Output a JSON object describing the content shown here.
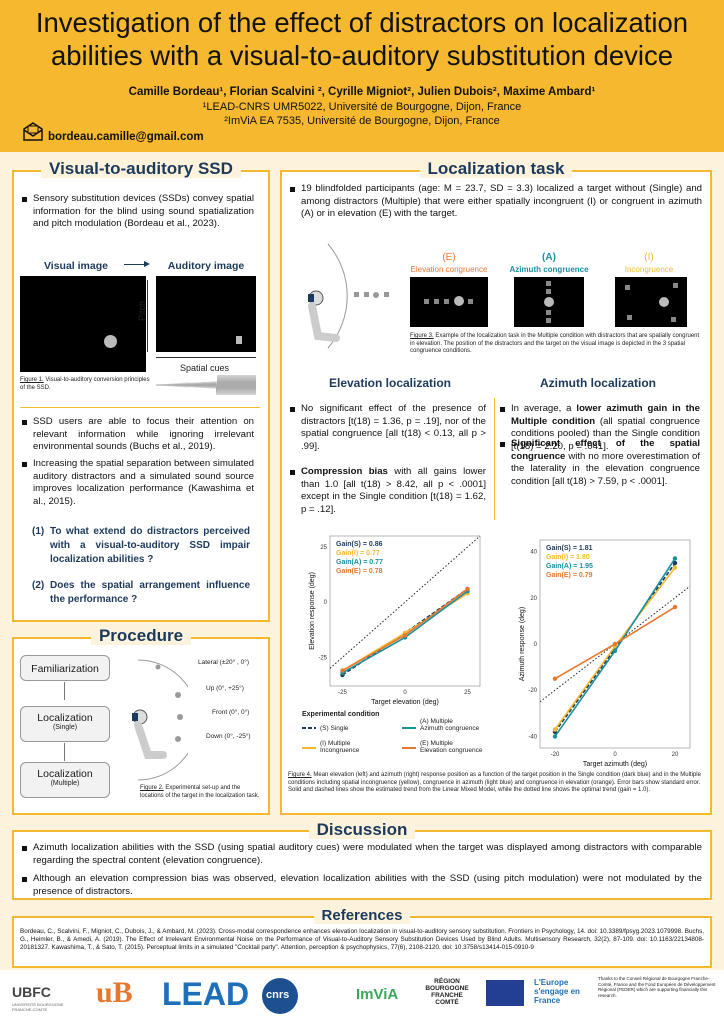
{
  "header": {
    "title_l1": "Investigation of the effect of distractors on localization",
    "title_l2": "abilities with a visual-to-auditory substitution device",
    "authors": "Camille Bordeau¹, Florian Scalvini ², Cyrille Migniot², Julien Dubois², Maxime Ambard¹",
    "aff1": "¹LEAD-CNRS UMR5022, Université de Bourgogne, Dijon, France",
    "aff2": "²ImViA EA 7535, Université de Bourgogne, Dijon, France",
    "email": "bordeau.camille@gmail.com"
  },
  "ssd": {
    "title": "Visual-to-auditory SSD",
    "b1": "Sensory substitution devices (SSDs) convey spatial information for the blind using sound spatialization and pitch modulation (Bordeau et al., 2023).",
    "visual_label": "Visual image",
    "auditory_label": "Auditory image",
    "pitch": "Pitch",
    "spatial": "Spatial cues",
    "fig1_label": "Figure 1.",
    "fig1": " Visual-to-auditory conversion principles of the SSD.",
    "b2": "SSD users are able to focus their attention on relevant information while ignoring irrelevant environmental sounds (Buchs et al., 2019).",
    "b3": "Increasing the spatial separation between simulated auditory distractors and a simulated sound source improves localization performance (Kawashima et al., 2015).",
    "q1n": "(1)",
    "q1": "To what extend do distractors perceived with a visual-to-auditory SSD impair localization abilities ?",
    "q2n": "(2)",
    "q2": "Does the spatial arrangement influence the performance ?"
  },
  "procedure": {
    "title": "Procedure",
    "step1": "Familiarization",
    "step2": "Localization",
    "step2_sub": "(Single)",
    "step3": "Localization",
    "step3_sub": "(Multiple)",
    "lateral": "Lateral (±20° , 0°)",
    "up": "Up (0°, +25°)",
    "front": "Front (0°, 0°)",
    "down": "Down (0°, -25°)",
    "fig2_label": "Figure 2.",
    "fig2": " Experimental set-up and the locations of the target in the localization task."
  },
  "task": {
    "title": "Localization task",
    "b1": "19 blindfolded participants (age: M = 23.7, SD = 3.3) localized a target without (Single) and among distractors (Multiple) that were either spatially incongruent (I) or congruent in azimuth (A) or in elevation (E) with the target.",
    "E_letter": "(E)",
    "E_label": "Elevation congruence",
    "A_letter": "(A)",
    "A_label": "Azimuth congruence",
    "I_letter": "(I)",
    "I_label": "Incongruence",
    "fig3_label": "Figure 3.",
    "fig3": " Example of the localization task in the Multiple condition with distractors that are spatially congruent in elevation. The position of the distractors and the target on the visual image is depicted in the 3 spatial congruence conditions."
  },
  "elev": {
    "title": "Elevation localization",
    "b1": "No significant effect of the presence of distractors [t(18) = 1.36, p = .19], nor of the spatial congruence [all t(18) < 0.13, all p > .99].",
    "b2_bold": "Compression bias",
    "b2": " with all gains lower than 1.0 [all t(18) > 8.42, all p < .0001] except in the Single condition [t(18) = 1.62, p = .12]."
  },
  "azim": {
    "title": "Azimuth localization",
    "b1_pre": "In average, a ",
    "b1_bold": "lower azimuth gain in the Multiple condition",
    "b1": " (all spatial congruence conditions pooled) than the Single condition [t(18) = 2.20, p = .041].",
    "b2_bold": "Significant effect of the spatial congruence",
    "b2": " with no more overestimation of the laterality in the elevation congruence condition [all t(18) > 7.59, p < .0001]."
  },
  "legend": {
    "title": "Experimental condition",
    "S": "(S) Single",
    "I1": "(I) Multiple",
    "I2": "Incongruence",
    "A1": "(A) Multiple",
    "A2": "Azimuth congruence",
    "E1": "(E) Multiple",
    "E2": "Elevation congruence"
  },
  "fig4": {
    "label": "Figure 4.",
    "text": " Mean elevation (left) and azimuth (right) response position as a function of the target position in the Single condition (dark blue) and in the Multiple conditions including spatial incongruence (yellow), congruence in azimuth (light blue) and congruence in elevation (orange). Error bars show standard error. Solid and dashed lines show the estimated trend from the Linear Mixed Model, while the dotted line shows the optimal trend (gain = 1.0)."
  },
  "chart_data": [
    {
      "type": "line",
      "xlabel": "Target elevation (deg)",
      "ylabel": "Elevation response (deg)",
      "xticks": [
        -25,
        0,
        25
      ],
      "yticks": [
        25,
        0,
        -25
      ],
      "xlim": [
        -30,
        30
      ],
      "ylim": [
        -38,
        30
      ],
      "x": [
        -25,
        0,
        25
      ],
      "series": [
        {
          "name": "(S) Single",
          "gain_label": "Gain(S) = 0.86",
          "color": "#1b3a5c",
          "values": [
            -33,
            -14,
            6
          ]
        },
        {
          "name": "(I) Multiple Incongruence",
          "gain_label": "Gain(I) = 0.77",
          "color": "#f5b82e",
          "values": [
            -31,
            -14,
            4
          ]
        },
        {
          "name": "(A) Multiple Azimuth congruence",
          "gain_label": "Gain(A) = 0.77",
          "color": "#1a8fa0",
          "values": [
            -32,
            -16,
            5
          ]
        },
        {
          "name": "(E) Multiple Elevation congruence",
          "gain_label": "Gain(E) = 0.78",
          "color": "#e8772e",
          "values": [
            -31,
            -15,
            6
          ]
        }
      ]
    },
    {
      "type": "line",
      "xlabel": "Target azimuth (deg)",
      "ylabel": "Azimuth response (deg)",
      "xticks": [
        -20,
        0,
        20
      ],
      "yticks": [
        40,
        20,
        0,
        -20,
        -40
      ],
      "xlim": [
        -25,
        25
      ],
      "ylim": [
        -45,
        45
      ],
      "x": [
        -20,
        0,
        20
      ],
      "series": [
        {
          "name": "(S) Single",
          "gain_label": "Gain(S) = 1.81",
          "color": "#1b3a5c",
          "values": [
            -38,
            -2,
            35
          ]
        },
        {
          "name": "(I) Multiple Incongruence",
          "gain_label": "Gain(I) = 1.80",
          "color": "#f5b82e",
          "values": [
            -37,
            -1,
            33
          ]
        },
        {
          "name": "(A) Multiple Azimuth congruence",
          "gain_label": "Gain(A) = 1.95",
          "color": "#1a8fa0",
          "values": [
            -40,
            -3,
            37
          ]
        },
        {
          "name": "(E) Multiple Elevation congruence",
          "gain_label": "Gain(E) = 0.79",
          "color": "#e8772e",
          "values": [
            -15,
            0,
            16
          ]
        }
      ]
    }
  ],
  "discussion": {
    "title": "Discussion",
    "b1": "Azimuth localization abilities with the SSD (using spatial auditory cues) were modulated when the target was displayed among distractors with comparable regarding the spectral content (elevation congruence).",
    "b2": "Although an elevation compression bias was observed, elevation localization abilities with the SSD (using pitch modulation) were not modulated by the presence of distractors."
  },
  "references": {
    "title": "References",
    "text": "Bordeau, C., Scalvini, F., Migniot, C., Dubois, J., & Ambard, M. (2023). Cross-modal correspondence enhances elevation localization in visual-to-auditory sensory substitution. Frontiers in Psychology, 14. doi: 10.3389/fpsyg.2023.1079998. Buchs, G., Heimler, B., & Amedi, A. (2019). The Effect of Irrelevant Environmental Noise on the Performance of Visual-to-Auditory Sensory Substitution Devices Used by Blind Adults. Multisensory Research, 32(2), 87-109. doi: 10.1163/22134808-20181327. Kawashima, T., & Sato, T. (2015). Perceptual limits in a simulated \"Cocktail party\". Attention, perception & psychophysics, 77(6), 2108-2120. doi: 10.3758/s13414-015-0910-9"
  },
  "logos": {
    "ubfc": "UBFC",
    "ubfc_sub": "UNIVERSITÉ BOURGOGNE FRANCHE-COMTÉ",
    "ub": "uB",
    "lead": "LEAD",
    "cnrs": "cnrs",
    "imvia": "ImViA",
    "region": "RÉGION BOURGOGNE FRANCHE COMTÉ",
    "europe": "L'Europe s'engage en France",
    "thanks": "Thanks to the Conseil Régional de Bourgogne Franche-Comté, France and the Fond Européen de Développement Régional (FEDER) which are supporting financially this research."
  }
}
